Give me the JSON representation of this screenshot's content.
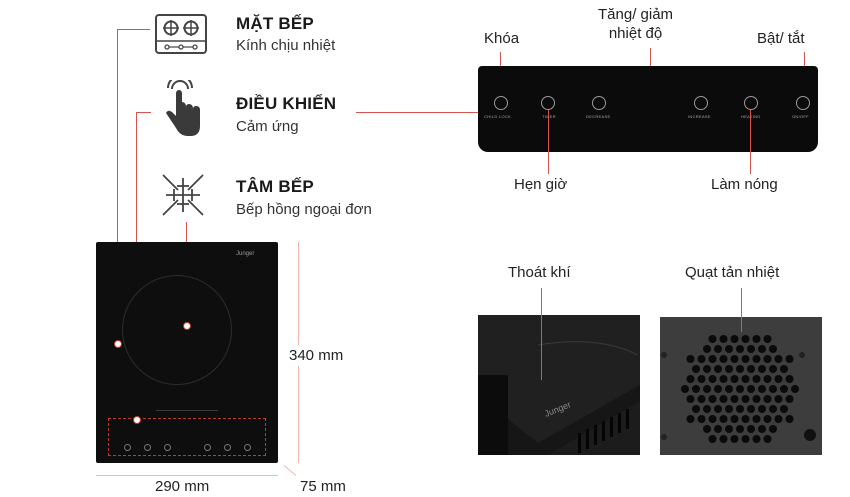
{
  "features": [
    {
      "title": "MẶT BẾP",
      "subtitle": "Kính chịu nhiệt",
      "icon": "stove-top-icon"
    },
    {
      "title": "ĐIỀU KHIỂN",
      "subtitle": "Cảm ứng",
      "icon": "touch-hand-icon"
    },
    {
      "title": "TÂM BẾP",
      "subtitle": "Bếp hồng ngoại đơn",
      "icon": "infrared-burner-icon"
    }
  ],
  "panel_labels": {
    "lock": "Khóa",
    "adjust": "Tăng/ giảm\nnhiệt độ",
    "power": "Bật/ tắt",
    "timer": "Hẹn giờ",
    "heating": "Làm nóng"
  },
  "panel_buttons": [
    "CHILD LOCK",
    "TIMER",
    "DECREASE",
    "INCREASE",
    "HEATING",
    "ON/OFF"
  ],
  "dimensions": {
    "height": "340 mm",
    "width": "290 mm",
    "depth": "75 mm"
  },
  "photos": {
    "vent_label": "Thoát khí",
    "fan_label": "Quạt tản nhiệt",
    "brand_logo_text": "Junger"
  },
  "colors": {
    "callout_line": "#d9534f",
    "glass": "#0e0e0e"
  }
}
